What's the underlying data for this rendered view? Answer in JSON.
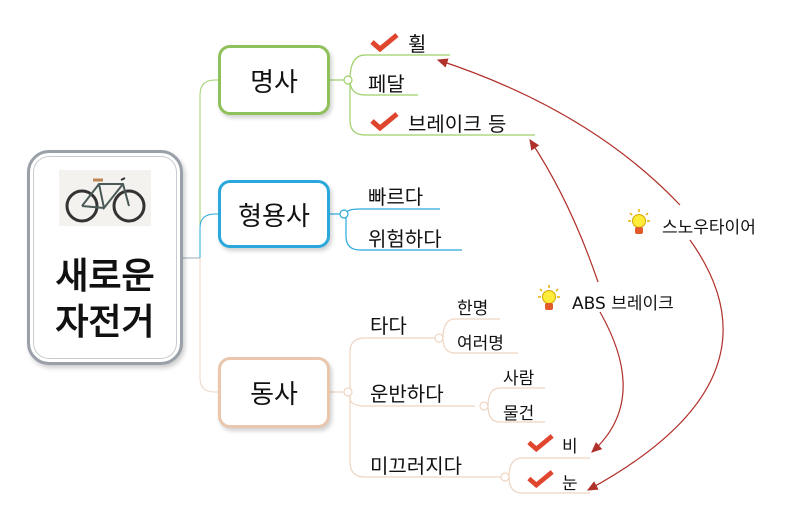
{
  "central": {
    "title_line1": "새로운",
    "title_line2": "자전거",
    "image": "bicycle"
  },
  "branches": {
    "noun": {
      "label": "명사",
      "color": "#8fc15a",
      "children": [
        "휠",
        "페달",
        "브레이크 등"
      ]
    },
    "adjective": {
      "label": "형용사",
      "color": "#2aa8dc",
      "children": [
        "빠르다",
        "위험하다"
      ]
    },
    "verb": {
      "label": "동사",
      "color": "#e9c6ac",
      "children": [
        {
          "label": "타다",
          "children": [
            "한명",
            "여러명"
          ]
        },
        {
          "label": "운반하다",
          "children": [
            "사람",
            "물건"
          ]
        },
        {
          "label": "미끄러지다",
          "children": [
            "비",
            "눈"
          ]
        }
      ]
    }
  },
  "callouts": [
    "ABS 브레이크",
    "스노우타이어"
  ],
  "colors": {
    "arrow": "#b0302a",
    "check": "#e0452e"
  }
}
